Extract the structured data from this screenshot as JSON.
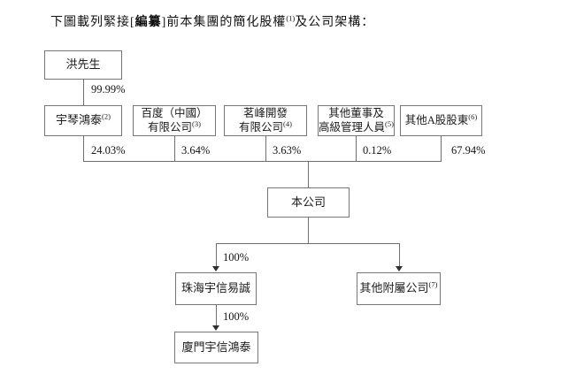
{
  "title": {
    "prefix": "下圖載列緊接[",
    "redacted": "編纂",
    "mid": "]前本集團的簡化股權",
    "sup": "(1)",
    "suffix": "及公司架構："
  },
  "nodes": {
    "mr_hong": {
      "label": "洪先生"
    },
    "yuqin_hongtai": {
      "label": "宇琴鴻泰",
      "sup": "(2)"
    },
    "baidu_china": {
      "line1": "百度（中國）",
      "line2": "有限公司",
      "sup": "(3)"
    },
    "mingfeng_development": {
      "line1": "茗峰開發",
      "line2": "有限公司",
      "sup": "(4)"
    },
    "other_directors": {
      "line1": "其他董事及",
      "line2": "高級管理人員",
      "sup": "(5)"
    },
    "other_a_shareholders": {
      "label": "其他A股股東",
      "sup": "(6)"
    },
    "the_company": {
      "label": "本公司"
    },
    "zhuhai_yuxin_yicheng": {
      "label": "珠海宇信易誠"
    },
    "other_subsidiaries": {
      "label": "其他附屬公司",
      "sup": "(7)"
    },
    "xiamen_yuxin_hongtai": {
      "label": "廈門宇信鴻泰"
    }
  },
  "edges": {
    "pct_hong_yuqin": "99.99%",
    "pct_yuqin": "24.03%",
    "pct_baidu": "3.64%",
    "pct_mingfeng": "3.63%",
    "pct_directors": "0.12%",
    "pct_a_shareholders": "67.94%",
    "pct_company_zhuhai": "100%",
    "pct_zhuhai_xiamen": "100%"
  },
  "colors": {
    "background": "#ffffff",
    "line": "#6e6e6e",
    "box_border": "#767676",
    "text": "#1c1c1c",
    "arrow": "#2f2f2f"
  }
}
